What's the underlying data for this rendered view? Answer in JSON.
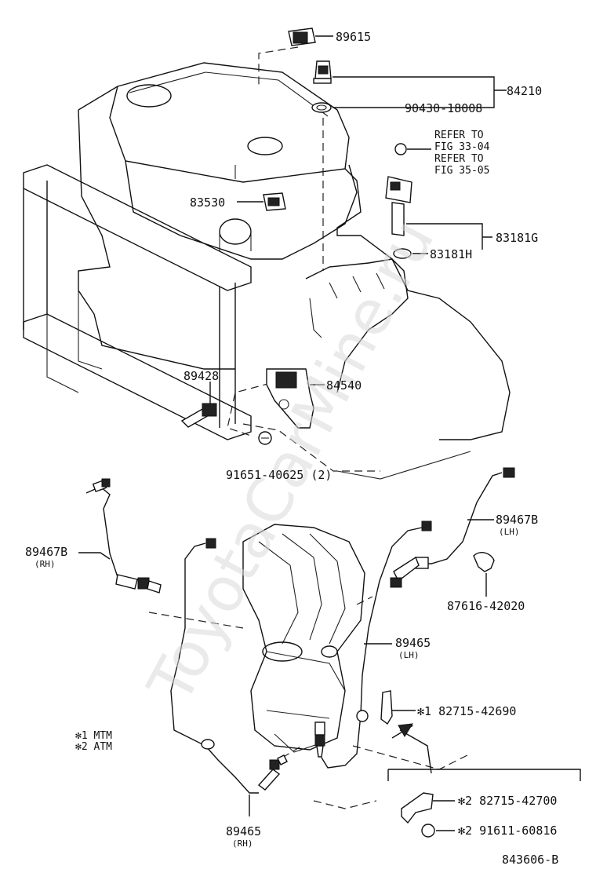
{
  "watermark": "ToyotaCarMine.ru",
  "diagram_id": "843606-B",
  "legend": {
    "mark1": "✻1 MTM",
    "mark2": "✻2 ATM"
  },
  "labels": {
    "p89615": "89615",
    "p84210": "84210",
    "p90430": "90430-18008",
    "refer_a1": "REFER TO",
    "refer_a2": "FIG 33-04",
    "refer_b1": "REFER TO",
    "refer_b2": "FIG 35-05",
    "p83530": "83530",
    "p83181g": "83181G",
    "p83181h": "83181H",
    "p89428": "89428",
    "p84540": "84540",
    "p91651": "91651-40625 (2)",
    "p89467b_rh": "89467B",
    "rh_a": "(RH)",
    "p89467b_lh": "89467B",
    "lh_a": "(LH)",
    "p87616": "87616-42020",
    "p89465_lh": "89465",
    "lh_b": "(LH)",
    "p82715_42690": "✻1 82715-42690",
    "p82715_42700": "✻2 82715-42700",
    "p91611": "✻2 91611-60816",
    "p89465_rh": "89465",
    "rh_b": "(RH)"
  }
}
